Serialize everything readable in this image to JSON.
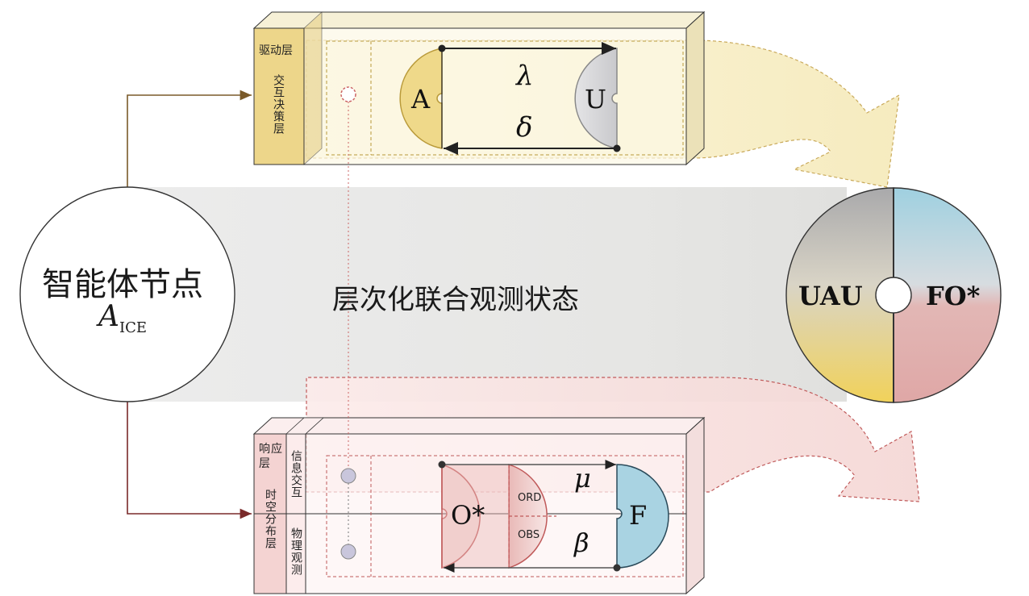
{
  "node": {
    "title": "智能体节点",
    "symbol": "A",
    "subscript": "ICE"
  },
  "band": {
    "label": "层次化联合观测状态"
  },
  "top_module": {
    "outer_label": "驱动层",
    "inner_label": "交互决策层",
    "left_cell": "A",
    "right_cell": "U",
    "upper_symbol": "λ",
    "lower_symbol": "δ"
  },
  "bottom_module": {
    "outer_label_top": "响应层",
    "outer_label_bottom": "时空分布层",
    "inner_label_top": "信息交互",
    "inner_label_bottom": "物理观测",
    "left_cell": "O*",
    "mid_top": "ORD",
    "mid_bottom": "OBS",
    "right_cell": "F",
    "upper_symbol": "μ",
    "lower_symbol": "β"
  },
  "disc": {
    "left_label": "UAU",
    "right_label": "FO*"
  },
  "colors": {
    "gold": "#efd98a",
    "gold_dark": "#b99a3a",
    "gray": "#d4d4d6",
    "blue": "#a9d3e2",
    "pink": "#e3b5b3",
    "red_dark": "#b03a3a",
    "brown_line": "#7a5a2a",
    "maroon_line": "#7a2a2a"
  }
}
